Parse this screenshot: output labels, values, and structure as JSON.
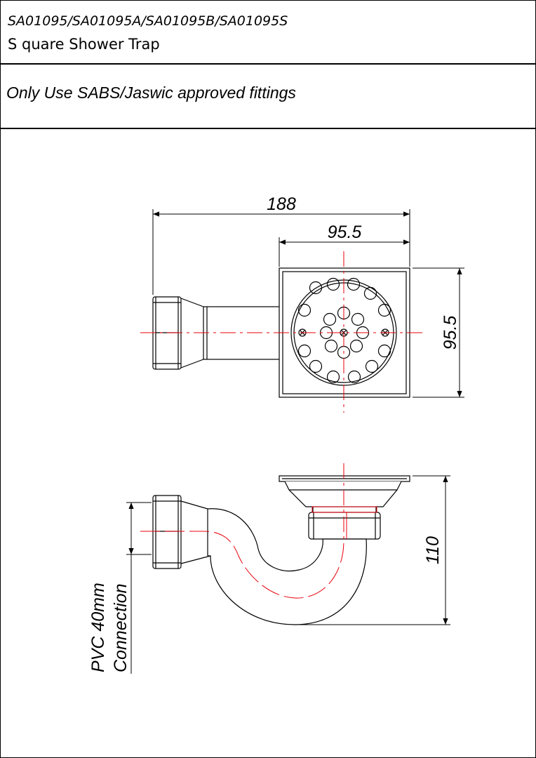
{
  "header": {
    "product_codes": "SA01095/SA01095A/SA01095B/SA01095S",
    "product_name": "S quare Shower Trap"
  },
  "note": "Only Use SABS/Jaswic approved fittings",
  "dimensions": {
    "overall_width": "188",
    "grate_width": "95.5",
    "grate_height": "95.5",
    "trap_height": "110"
  },
  "connection_label": {
    "line1": "PVC 40mm",
    "line2": "Connection"
  },
  "colors": {
    "outline": "#000000",
    "centerline": "#e8000b"
  }
}
